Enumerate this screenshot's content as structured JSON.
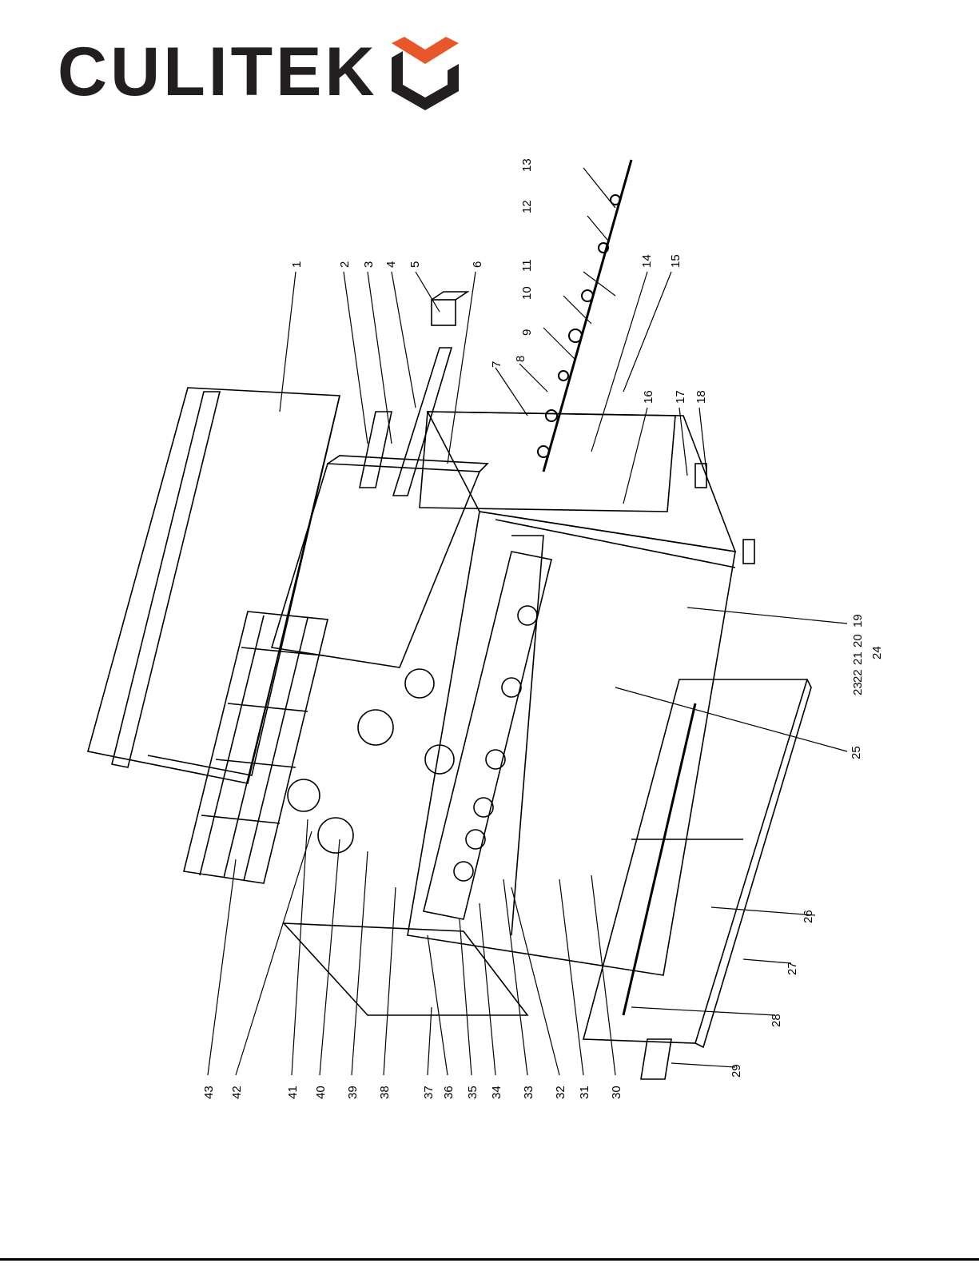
{
  "brand": {
    "name": "CULITEK",
    "accent_color": "#e8572a",
    "dark_color": "#231f20"
  },
  "diagram": {
    "callouts": [
      "1",
      "2",
      "3",
      "4",
      "5",
      "6",
      "7",
      "8",
      "9",
      "10",
      "11",
      "12",
      "13",
      "14",
      "15",
      "16",
      "17",
      "18",
      "19",
      "20",
      "21",
      "22",
      "23",
      "24",
      "25",
      "26",
      "27",
      "28",
      "29",
      "30",
      "31",
      "32",
      "33",
      "34",
      "35",
      "36",
      "37",
      "38",
      "39",
      "40",
      "41",
      "42",
      "43"
    ]
  }
}
